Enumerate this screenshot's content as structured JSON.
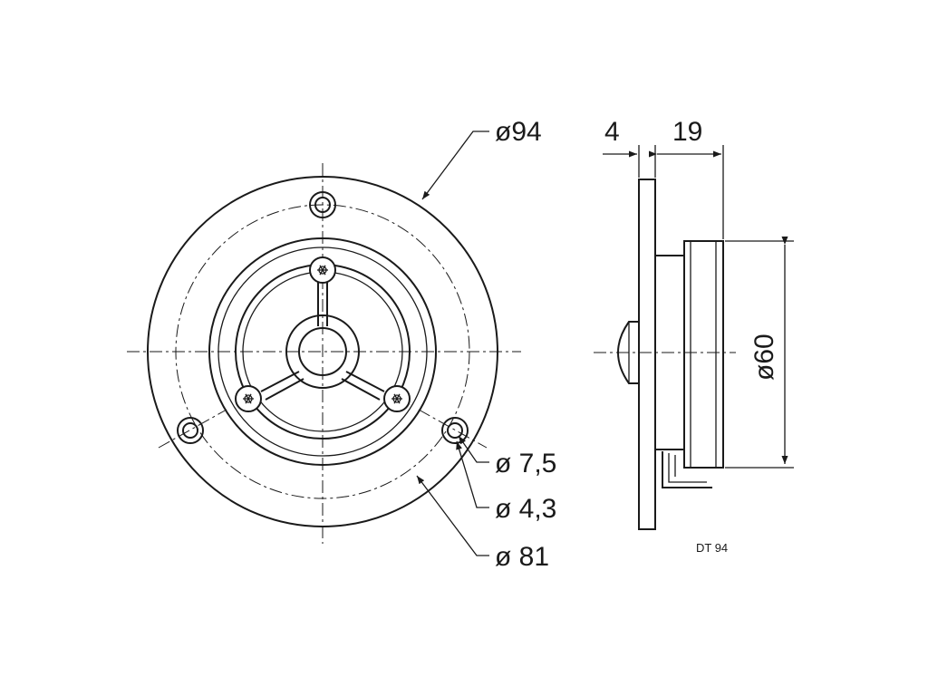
{
  "front_view": {
    "dim_outer": "ø94",
    "dim_hole_counterbore": "ø 7,5",
    "dim_hole": "ø 4,3",
    "dim_bolt_circle": "ø 81"
  },
  "side_view": {
    "dim_flange_thickness": "4",
    "dim_depth": "19",
    "dim_body_diameter": "ø60",
    "model_label": "DT 94"
  }
}
